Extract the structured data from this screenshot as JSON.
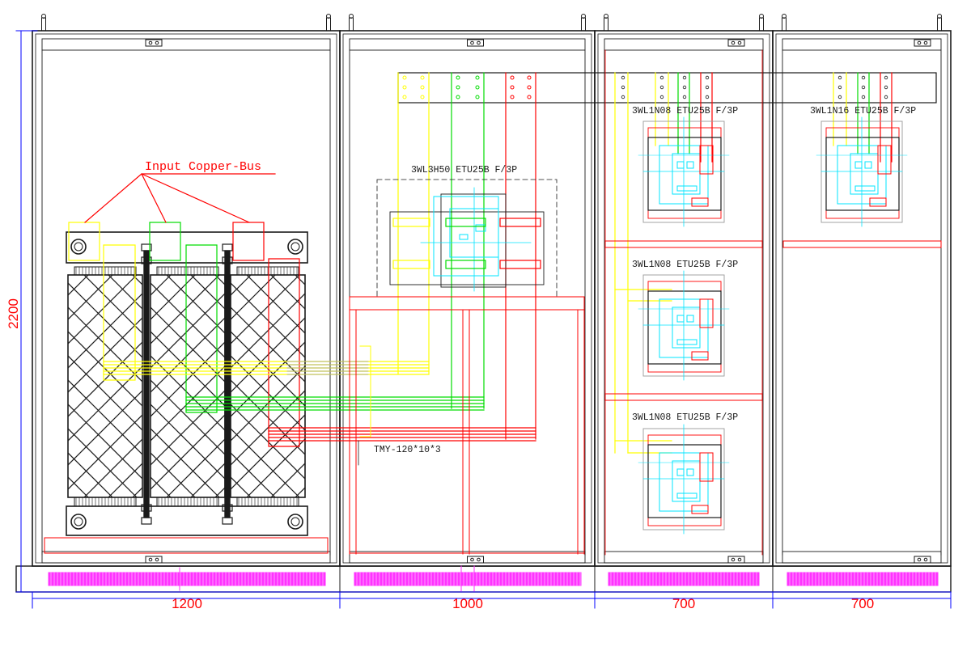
{
  "colors": {
    "frame": "#1a1a1a",
    "yellow": "#ffff00",
    "green": "#00dd00",
    "red": "#ff0000",
    "cyan": "#00e5ff",
    "magenta": "#ff33ff",
    "blue": "#0000ff",
    "grey": "#9a9a9a"
  },
  "labels": {
    "input_bus": "Input Copper-Bus",
    "main_breaker": "3WL3H50 ETU25B F/3P",
    "breaker_1": "3WL1N08 ETU25B F/3P",
    "breaker_2": "3WL1N08 ETU25B F/3P",
    "breaker_3": "3WL1N08 ETU25B F/3P",
    "breaker_4": "3WL1N16 ETU25B F/3P",
    "busbar_spec": "TMY-120*10*3"
  },
  "dimensions": {
    "height": "2200",
    "widths": [
      "1200",
      "1000",
      "700",
      "700"
    ]
  }
}
